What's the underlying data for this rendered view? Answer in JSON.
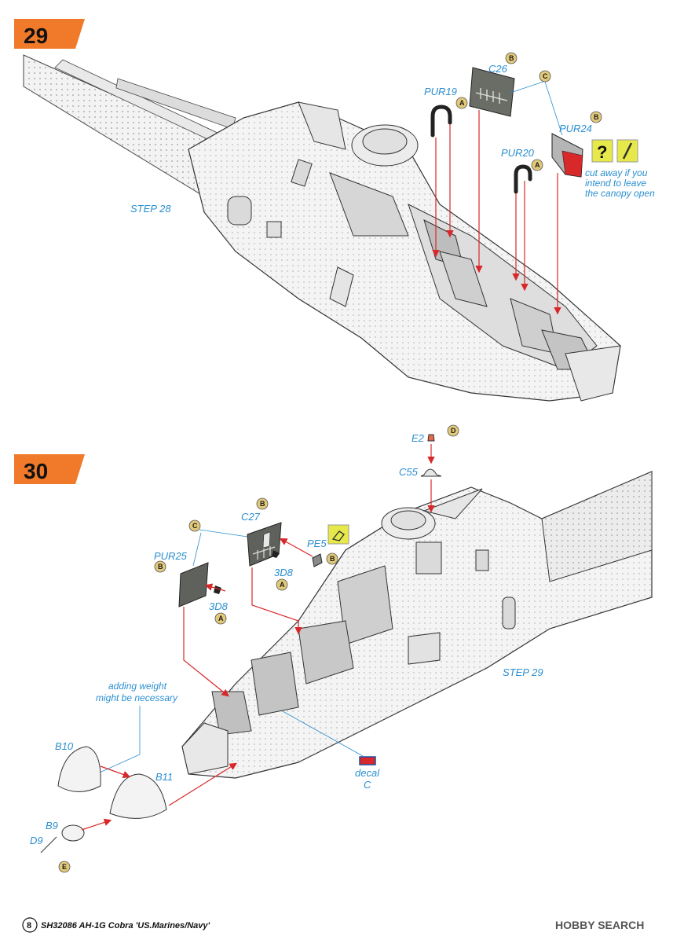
{
  "steps": [
    {
      "number": "29",
      "ref_label": "STEP 28"
    },
    {
      "number": "30",
      "ref_label": "STEP 29"
    }
  ],
  "step29_parts": {
    "c26": {
      "label": "C26",
      "sprue": "B"
    },
    "pur19": {
      "label": "PUR19",
      "sprue": "A"
    },
    "pur20": {
      "label": "PUR20",
      "sprue": "A"
    },
    "pur24": {
      "label": "PUR24",
      "sprue": "B"
    },
    "sprue_c": "C",
    "note_lines": [
      "cut away if you",
      "intend to leave",
      "the canopy open"
    ]
  },
  "step30_parts": {
    "e2": {
      "label": "E2",
      "sprue": "D"
    },
    "c55": {
      "label": "C55"
    },
    "c27": {
      "label": "C27",
      "sprue": "B"
    },
    "sprue_c": "C",
    "pe5": {
      "label": "PE5",
      "sprue": "B"
    },
    "pur25": {
      "label": "PUR25",
      "sprue": "B"
    },
    "d8_upper": {
      "label": "3D8",
      "sprue": "A"
    },
    "d8_lower": {
      "label": "3D8",
      "sprue": "A"
    },
    "weight_note": [
      "adding weight",
      "might be necessary"
    ],
    "b10": {
      "label": "B10"
    },
    "b11": {
      "label": "B11"
    },
    "b9": {
      "label": "B9"
    },
    "d9": {
      "label": "D9"
    },
    "sprue_e": "E",
    "decal_lines": [
      "decal",
      "C"
    ]
  },
  "footer": {
    "page_number": "8",
    "title": "SH32086 AH-1G Cobra 'US.Marines/Navy'",
    "watermark": "HOBBY SEARCH"
  },
  "colors": {
    "step_orange": "#f07a2a",
    "label_blue": "#2a8fd0",
    "arrow_red": "#d8282a",
    "bubble_gold": "#e2c97a",
    "icon_yellow": "#e7e94a"
  }
}
